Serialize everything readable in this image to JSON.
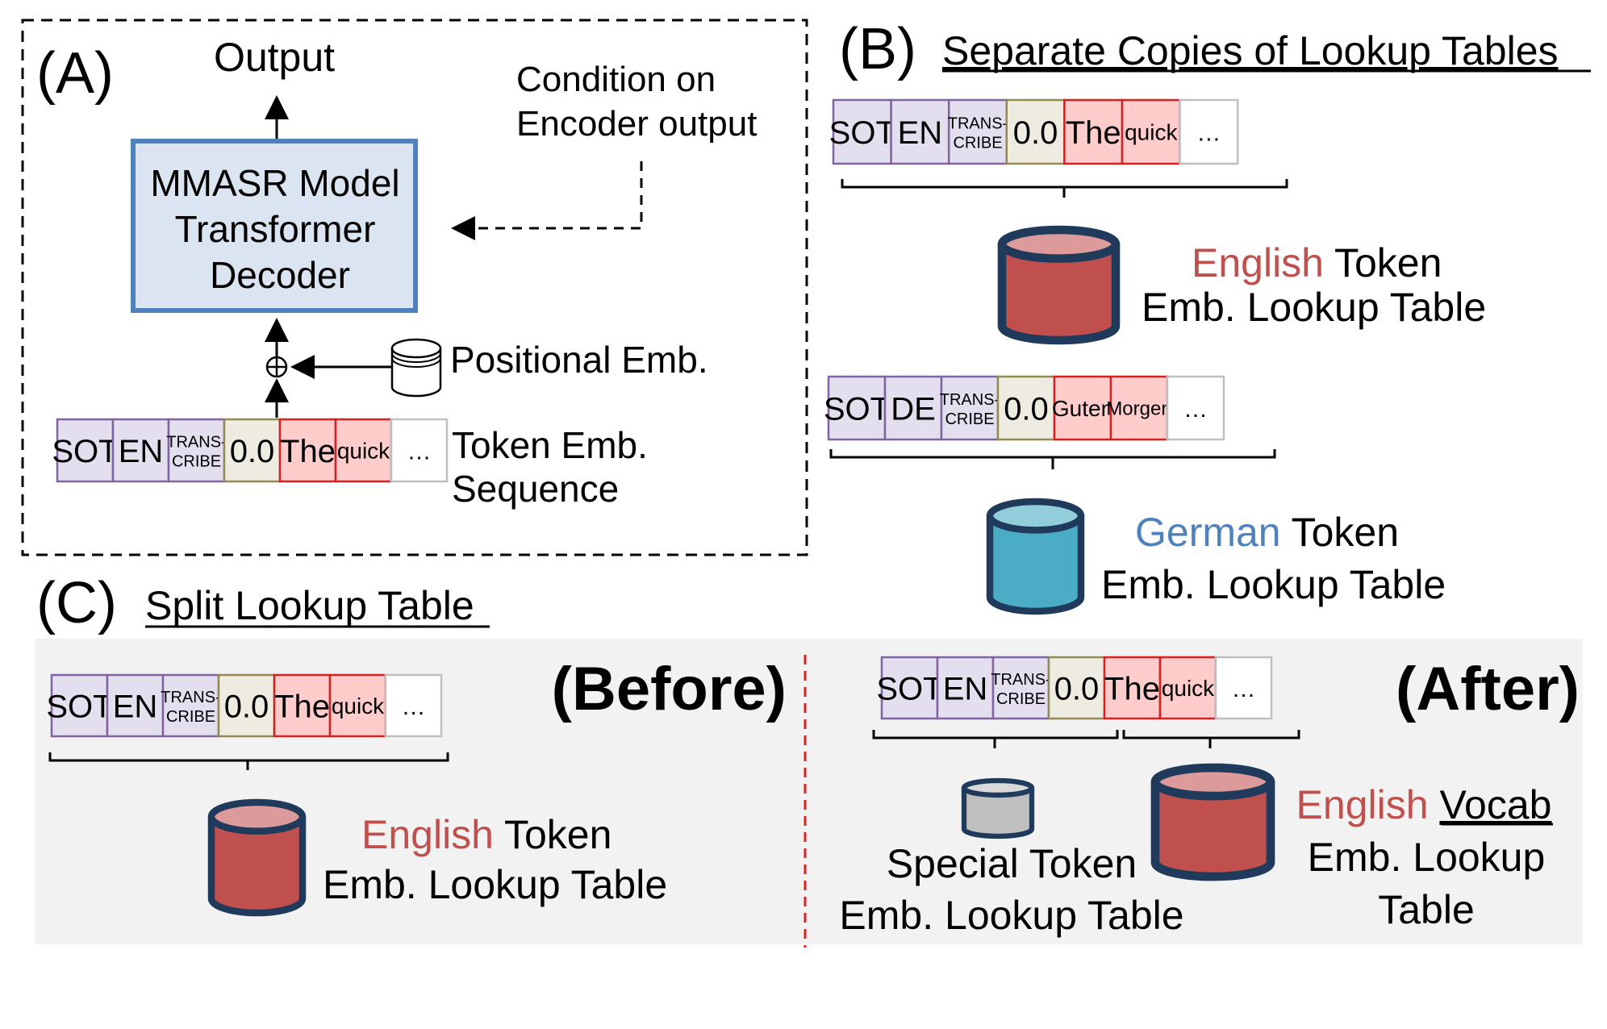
{
  "colors": {
    "special_fill": "#e4dfee",
    "special_stroke": "#8064a2",
    "number_fill": "#eeece1",
    "number_stroke": "#948a54",
    "word_fill": "#ffcccc",
    "word_stroke": "#d42020",
    "empty_fill": "#ffffff",
    "empty_stroke": "#bfbfbf",
    "decoder_fill": "#dbe5f1",
    "decoder_stroke": "#4f81bd",
    "cyl_stroke": "#1f3a5a",
    "red_body": "#c0504d",
    "red_lid": "#dc9a9a",
    "blue_body": "#4bacc6",
    "blue_lid": "#92cddc",
    "gray_body": "#bfbfbf",
    "gray_lid": "#d9d9d9",
    "english": "#c0504d",
    "german": "#4f81bd",
    "panel_bg": "#f2f2f2",
    "divider": "#e02020"
  },
  "panel_a": {
    "label": "(A)",
    "output": "Output",
    "decoder_lines": [
      "MMASR Model",
      "Transformer",
      "Decoder"
    ],
    "condition_lines": [
      "Condition on",
      "Encoder output"
    ],
    "positional": "Positional Emb.",
    "token_seq_lines": [
      "Token Emb.",
      "Sequence"
    ],
    "tokens": [
      {
        "text": "SOT",
        "kind": "special"
      },
      {
        "text": "EN",
        "kind": "special"
      },
      {
        "text": "TRANS-|CRIBE",
        "kind": "special"
      },
      {
        "text": "0.0",
        "kind": "number"
      },
      {
        "text": "The",
        "kind": "word"
      },
      {
        "text": "quick",
        "kind": "word"
      },
      {
        "text": "…",
        "kind": "empty"
      }
    ]
  },
  "panel_b": {
    "label": "(B)",
    "title": "Separate Copies of Lookup Tables",
    "english_tokens": [
      {
        "text": "SOT",
        "kind": "special"
      },
      {
        "text": "EN",
        "kind": "special"
      },
      {
        "text": "TRANS-|CRIBE",
        "kind": "special"
      },
      {
        "text": "0.0",
        "kind": "number"
      },
      {
        "text": "The",
        "kind": "word"
      },
      {
        "text": "quick",
        "kind": "word"
      },
      {
        "text": "…",
        "kind": "empty"
      }
    ],
    "english_table": {
      "lang": "English",
      "rest": " Token",
      "line2": "Emb. Lookup Table"
    },
    "german_tokens": [
      {
        "text": "SOT",
        "kind": "special"
      },
      {
        "text": "DE",
        "kind": "special"
      },
      {
        "text": "TRANS-|CRIBE",
        "kind": "special"
      },
      {
        "text": "0.0",
        "kind": "number"
      },
      {
        "text": "Guten",
        "kind": "word"
      },
      {
        "text": "Morgen",
        "kind": "word"
      },
      {
        "text": "…",
        "kind": "empty"
      }
    ],
    "german_table": {
      "lang": "German",
      "rest": " Token",
      "line2": "Emb. Lookup Table"
    }
  },
  "panel_c": {
    "label": "(C)",
    "title": "Split Lookup Table",
    "before_label": "(Before)",
    "after_label": "(After)",
    "tokens": [
      {
        "text": "SOT",
        "kind": "special"
      },
      {
        "text": "EN",
        "kind": "special"
      },
      {
        "text": "TRANS-|CRIBE",
        "kind": "special"
      },
      {
        "text": "0.0",
        "kind": "number"
      },
      {
        "text": "The",
        "kind": "word"
      },
      {
        "text": "quick",
        "kind": "word"
      },
      {
        "text": "…",
        "kind": "empty"
      }
    ],
    "before_table": {
      "lang": "English",
      "rest": " Token",
      "line2": "Emb. Lookup Table"
    },
    "special_table": {
      "line1": "Special Token",
      "line2": "Emb. Lookup Table"
    },
    "vocab_table": {
      "lang": "English",
      "rest": "Vocab",
      "line2": "Emb. Lookup",
      "line3": "Table"
    }
  }
}
